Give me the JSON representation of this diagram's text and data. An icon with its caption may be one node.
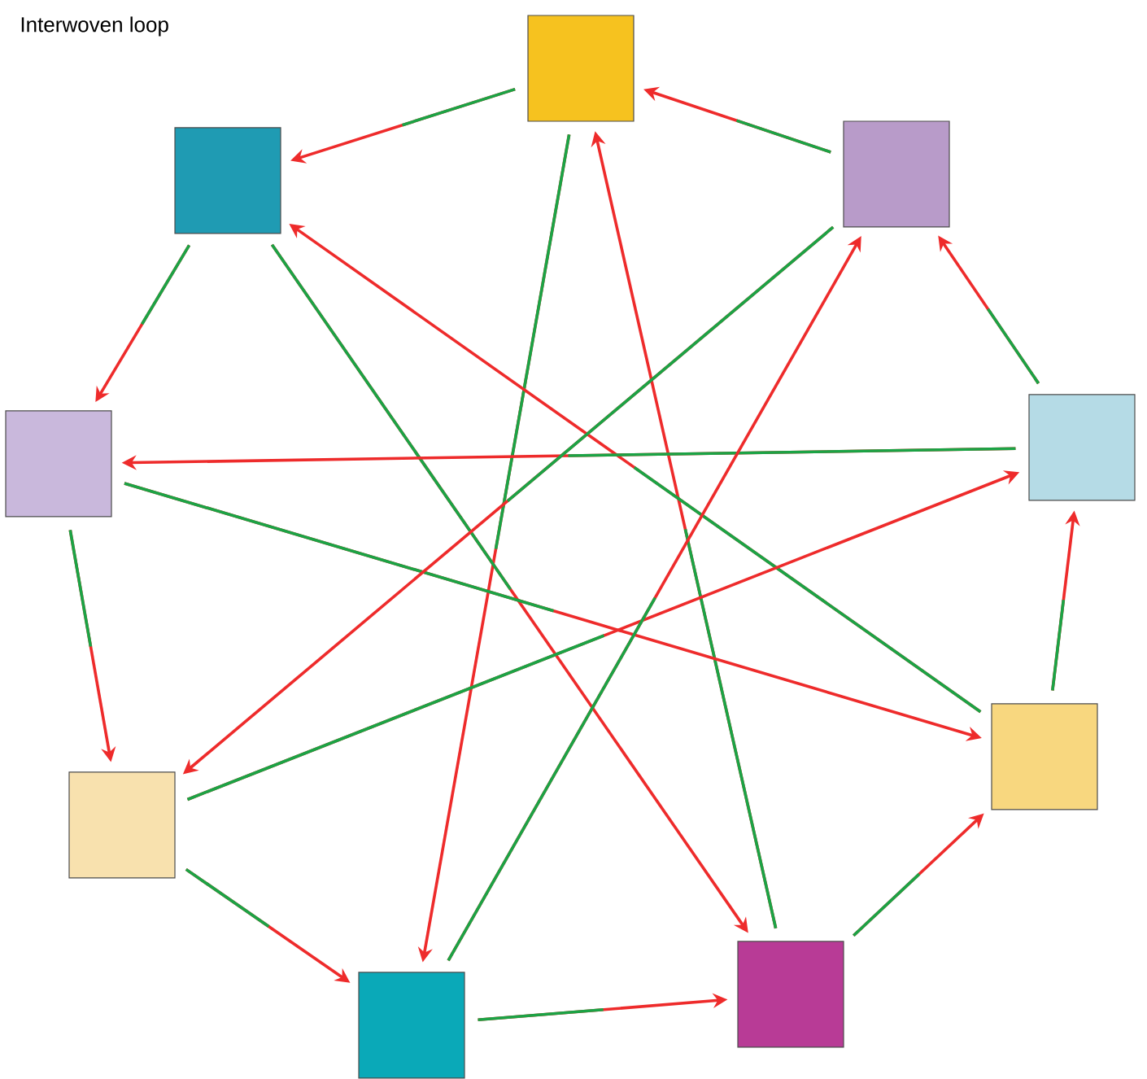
{
  "diagram": {
    "title": "Interwoven loop",
    "nodes": [
      {
        "text": [],
        "shape": "box"
      },
      {
        "text": [],
        "shape": "box"
      },
      {
        "text": [],
        "shape": "box"
      },
      {
        "text": [],
        "shape": "box"
      },
      {
        "text": [],
        "shape": "box"
      },
      {
        "text": [],
        "shape": "box"
      },
      {
        "text": [],
        "shape": "box"
      },
      {
        "text": [],
        "shape": "box"
      },
      {
        "text": [],
        "shape": "box"
      }
    ],
    "edges": [
      {
        "from": 0,
        "to": 1,
        "arrow": "to"
      },
      {
        "from": 2,
        "to": 0,
        "arrow": "to"
      },
      {
        "from": 1,
        "to": 3,
        "arrow": "to"
      },
      {
        "from": 4,
        "to": 2,
        "arrow": "to"
      },
      {
        "from": 3,
        "to": 5,
        "arrow": "to"
      },
      {
        "from": 6,
        "to": 4,
        "arrow": "to"
      },
      {
        "from": 5,
        "to": 7,
        "arrow": "to"
      },
      {
        "from": 8,
        "to": 6,
        "arrow": "to"
      },
      {
        "from": 7,
        "to": 8,
        "arrow": "to"
      },
      {
        "from": 0,
        "to": 7,
        "arrow": "to"
      },
      {
        "from": 8,
        "to": 0,
        "arrow": "to"
      },
      {
        "from": 1,
        "to": 8,
        "arrow": "to"
      },
      {
        "from": 6,
        "to": 1,
        "arrow": "to"
      },
      {
        "from": 3,
        "to": 6,
        "arrow": "to"
      },
      {
        "from": 4,
        "to": 3,
        "arrow": "to"
      },
      {
        "from": 5,
        "to": 4,
        "arrow": "to"
      },
      {
        "from": 2,
        "to": 5,
        "arrow": "to"
      },
      {
        "from": 7,
        "to": 2,
        "arrow": "to"
      }
    ]
  }
}
